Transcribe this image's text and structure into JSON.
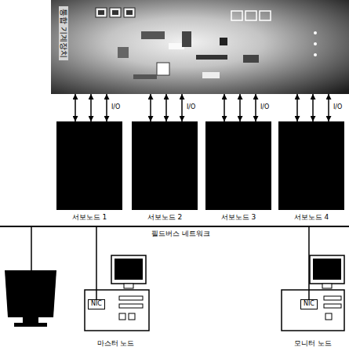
{
  "diagram": {
    "nodes": [
      {
        "text": [
          "통합 기계장치"
        ]
      },
      {
        "text": [
          "서보노드 1"
        ]
      },
      {
        "text": [
          "서보노드 2"
        ]
      },
      {
        "text": [
          "서보노드 3"
        ]
      },
      {
        "text": [
          "서보노드 4"
        ]
      },
      {
        "text": [
          "필드버스 네트워크"
        ]
      },
      {
        "text": [
          "마스터 노드"
        ]
      },
      {
        "text": [
          "NIC"
        ],
        "in": 6
      },
      {
        "text": [
          "모니터 노드"
        ]
      },
      {
        "text": [
          "NIC"
        ],
        "in": 8
      }
    ],
    "edges": [
      {
        "from": 0,
        "to": 1,
        "arrow": "both"
      },
      {
        "from": 0,
        "to": 1,
        "arrow": "both"
      },
      {
        "from": 0,
        "to": 1,
        "arrow": "both"
      },
      {
        "from": 0,
        "to": 2,
        "arrow": "both"
      },
      {
        "from": 0,
        "to": 2,
        "arrow": "both"
      },
      {
        "from": 0,
        "to": 2,
        "arrow": "both"
      },
      {
        "from": 0,
        "to": 3,
        "arrow": "both"
      },
      {
        "from": 0,
        "to": 3,
        "arrow": "both"
      },
      {
        "from": 0,
        "to": 3,
        "arrow": "both"
      },
      {
        "from": 0,
        "to": 4,
        "arrow": "both"
      },
      {
        "from": 0,
        "to": 4,
        "arrow": "both"
      },
      {
        "from": 0,
        "to": 4,
        "arrow": "both"
      },
      {
        "from": 5,
        "to": 7,
        "arrow": "none"
      },
      {
        "from": 5,
        "to": 9,
        "arrow": "none"
      }
    ],
    "labels": [
      "I/O",
      "I/O",
      "I/O",
      "I/O"
    ]
  }
}
